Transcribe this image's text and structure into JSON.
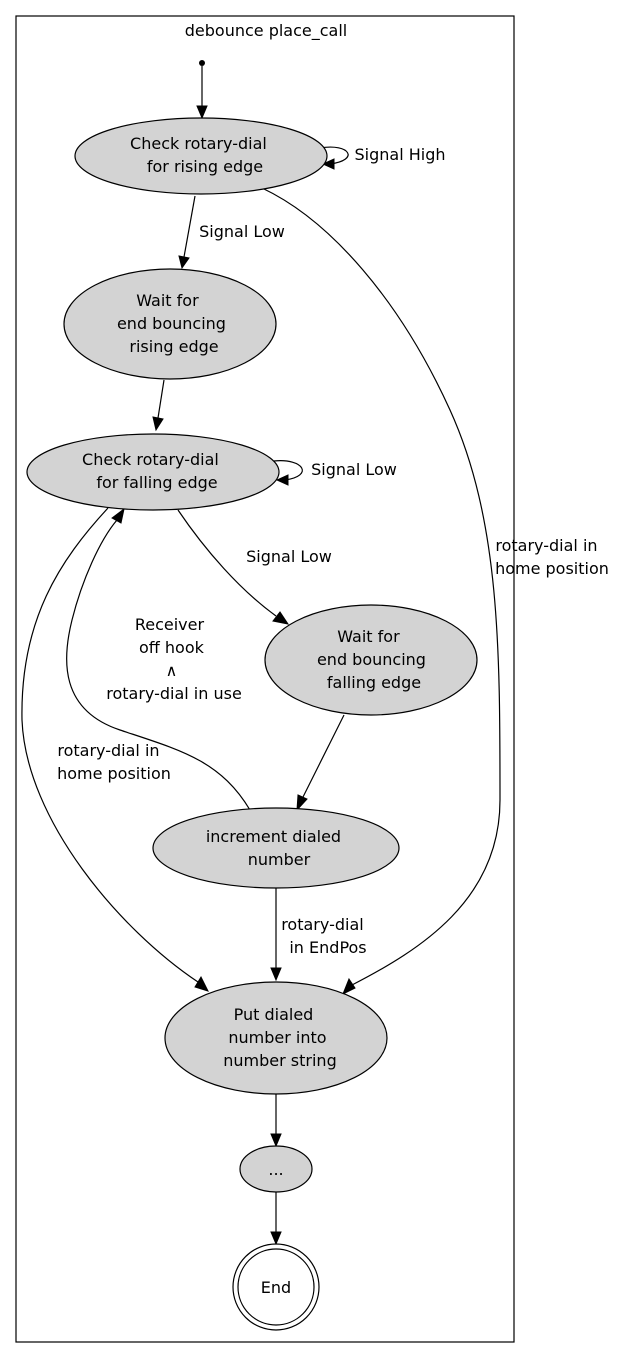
{
  "cluster": {
    "title": "debounce place_call"
  },
  "nodes": {
    "check_rising": [
      "Check rotary-dial",
      "for rising edge"
    ],
    "wait_rising": [
      "Wait for",
      "end bouncing",
      "rising edge"
    ],
    "check_falling": [
      "Check rotary-dial",
      "for falling edge"
    ],
    "wait_falling": [
      "Wait for",
      "end bouncing",
      "falling edge"
    ],
    "increment": [
      "increment dialed",
      "number"
    ],
    "put_number": [
      "Put dialed",
      "number into",
      "number string"
    ],
    "ellipsis": [
      "..."
    ],
    "end": [
      "End"
    ]
  },
  "edges": {
    "signal_high_loop": [
      "Signal High"
    ],
    "rising_signal_low": [
      "Signal Low"
    ],
    "falling_signal_low_loop": [
      "Signal Low"
    ],
    "falling_signal_low": [
      "Signal Low"
    ],
    "receiver_off_hook": [
      "Receiver",
      "off hook",
      "∧",
      "rotary-dial in use"
    ],
    "left_home_position": [
      "rotary-dial in",
      "home position"
    ],
    "right_home_position": [
      "rotary-dial in",
      "home position"
    ],
    "endpos": [
      "rotary-dial",
      "in EndPos"
    ]
  }
}
